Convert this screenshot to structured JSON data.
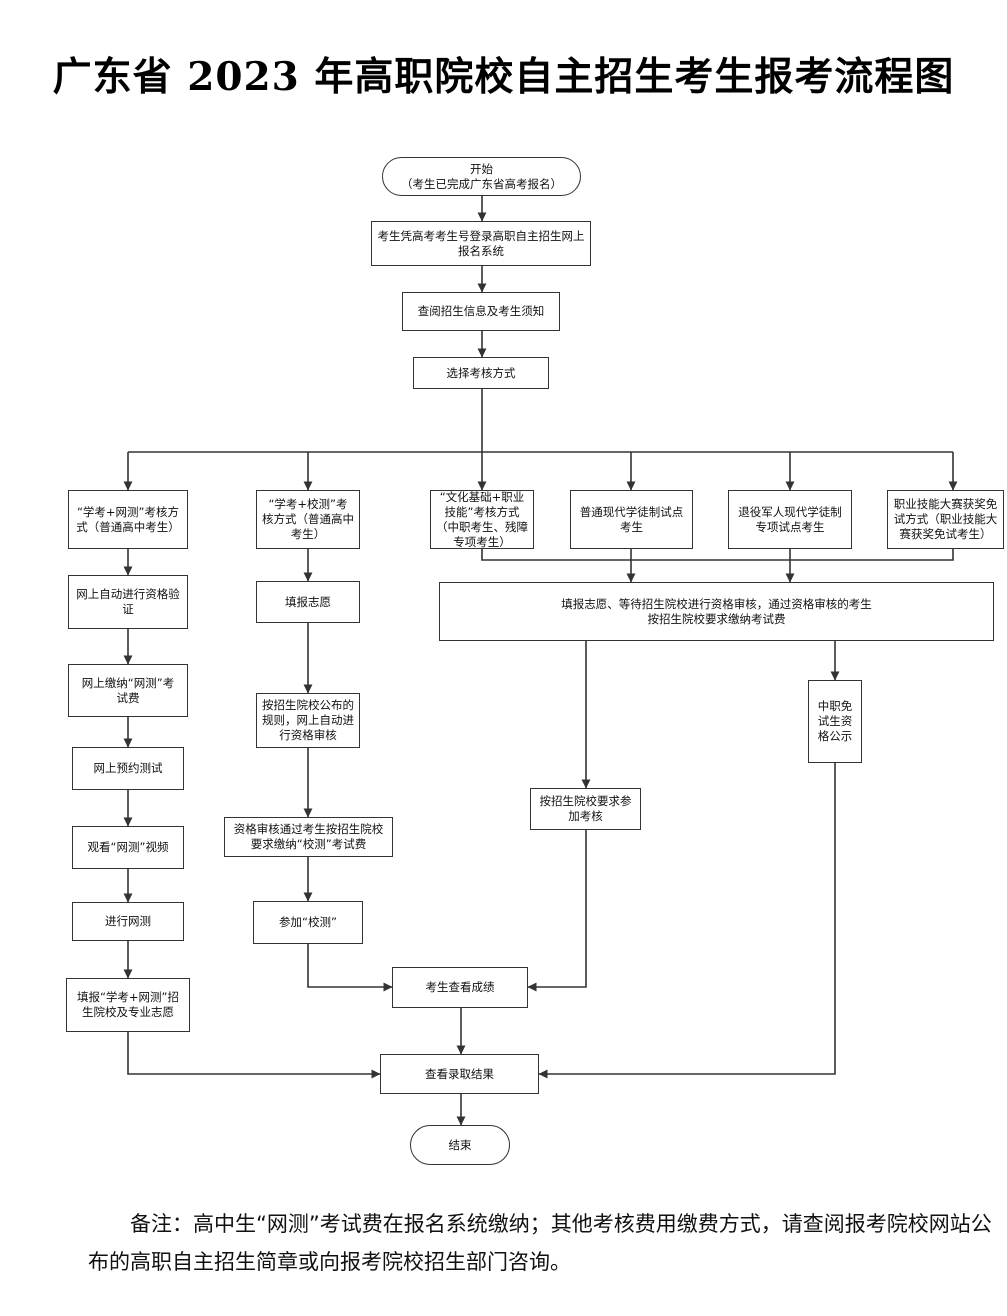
{
  "title": "广东省 2023 年高职院校自主招生考生报考流程图",
  "nodes": {
    "start": "开始\n（考生已完成广东省高考报名）",
    "login": "考生凭高考考生号登录高职自主招生网上\n报名系统",
    "read_info": "查阅招生信息及考生须知",
    "choose_method": "选择考核方式",
    "m1_title": "“学考+网测”考核方\n式（普通高中考生）",
    "m2_title": "“学考+校测”考\n核方式（普通高中\n考生）",
    "m3_title": "“文化基础+职业\n技能”考核方式\n（中职考生、残障\n专项考生）",
    "m4_title": "普通现代学徒制试点\n考生",
    "m5_title": "退役军人现代学徒制\n专项试点考生",
    "m6_title": "职业技能大赛获奖免\n试方式（职业技能大\n赛获奖免试考生）",
    "m1_verify": "网上自动进行资格验\n证",
    "m1_pay": "网上缴纳“网测”考\n试费",
    "m1_book": "网上预约测试",
    "m1_video": "观看“网测”视频",
    "m1_test": "进行网测",
    "m1_apply": "填报“学考+网测”招\n生院校及专业志愿",
    "m2_apply": "填报志愿",
    "m2_review": "按招生院校公布的\n规则，网上自动进\n行资格审核",
    "m2_pay": "资格审核通过考生按招生院校\n要求缴纳“校测”考试费",
    "m2_test": "参加“校测”",
    "merged_apply": "填报志愿、等待招生院校进行资格审核，通过资格审核的考生\n按招生院校要求缴纳考试费",
    "exempt_publicity": "中职免\n试生资\n格公示",
    "attend_exam": "按招生院校要求参\n加考核",
    "check_scores": "考生查看成绩",
    "check_admission": "查看录取结果",
    "end": "结束"
  },
  "note": "备注：高中生“网测”考试费在报名系统缴纳；其他考核费用缴费方式，请查阅报考院校网站公布的高职自主招生简章或向报考院校招生部门咨询。",
  "colors": {
    "line": "#333333",
    "border": "#333333",
    "text": "#111111"
  }
}
